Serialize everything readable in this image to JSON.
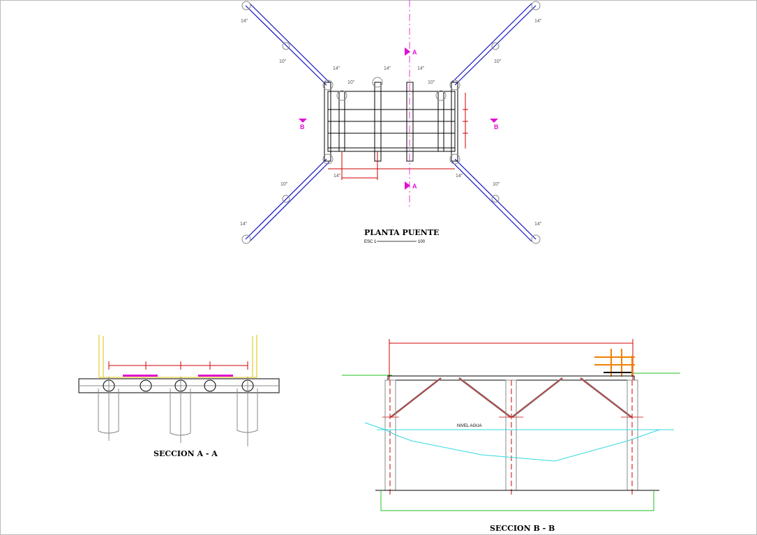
{
  "plan": {
    "title": "PLANTA PUENTE",
    "scale_prefix": "ESC 1",
    "scale_value": "100",
    "pile_labels": {
      "large": "14\"",
      "small": "10\""
    },
    "section_marks": {
      "a": "A",
      "b": "B"
    }
  },
  "section_aa": {
    "title": "SECCION  A - A"
  },
  "section_bb": {
    "title": "SECCION  B - B",
    "water_level": "NIVEL AGUA"
  },
  "colors": {
    "structure": "#000000",
    "dimension": "#d00000",
    "brace": "#1010c0",
    "water": "#30d8e0",
    "ground": "#20c020",
    "rail": "#e8d040",
    "section_mark": "#e010d0"
  }
}
